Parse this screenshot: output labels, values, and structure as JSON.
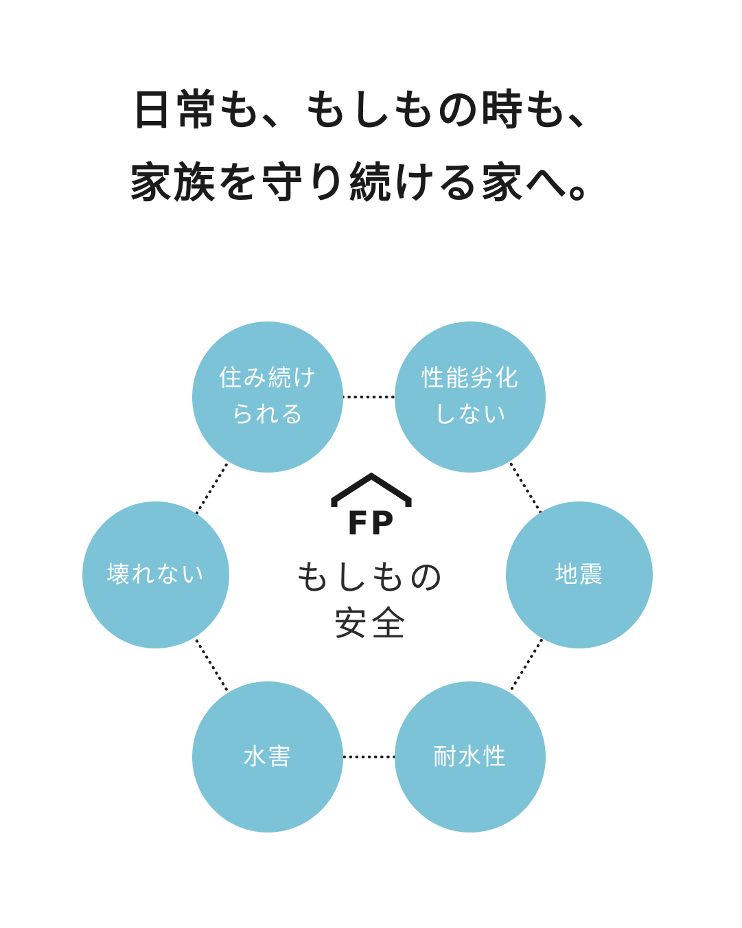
{
  "heading": {
    "line1": "日常も、もしもの時も、",
    "line2": "家族を守り続ける家へ。"
  },
  "diagram": {
    "center": {
      "logo_text": "FP",
      "label_line1": "もしもの",
      "label_line2": "安全"
    },
    "nodes": [
      {
        "id": "keep-living",
        "lines": [
          "住み続け",
          "られる"
        ]
      },
      {
        "id": "no-degradation",
        "lines": [
          "性能劣化",
          "しない"
        ]
      },
      {
        "id": "earthquake",
        "lines": [
          "地震"
        ]
      },
      {
        "id": "water-resistance",
        "lines": [
          "耐水性"
        ]
      },
      {
        "id": "flood",
        "lines": [
          "水害"
        ]
      },
      {
        "id": "unbreakable",
        "lines": [
          "壊れない"
        ]
      }
    ],
    "colors": {
      "circle": "#7cc3d8",
      "node_text": "#ffffff",
      "connector": "#1a1a1a",
      "logo": "#1a1a1a",
      "center_text": "#2b2b2b",
      "heading_text": "#1b1b1b"
    }
  }
}
